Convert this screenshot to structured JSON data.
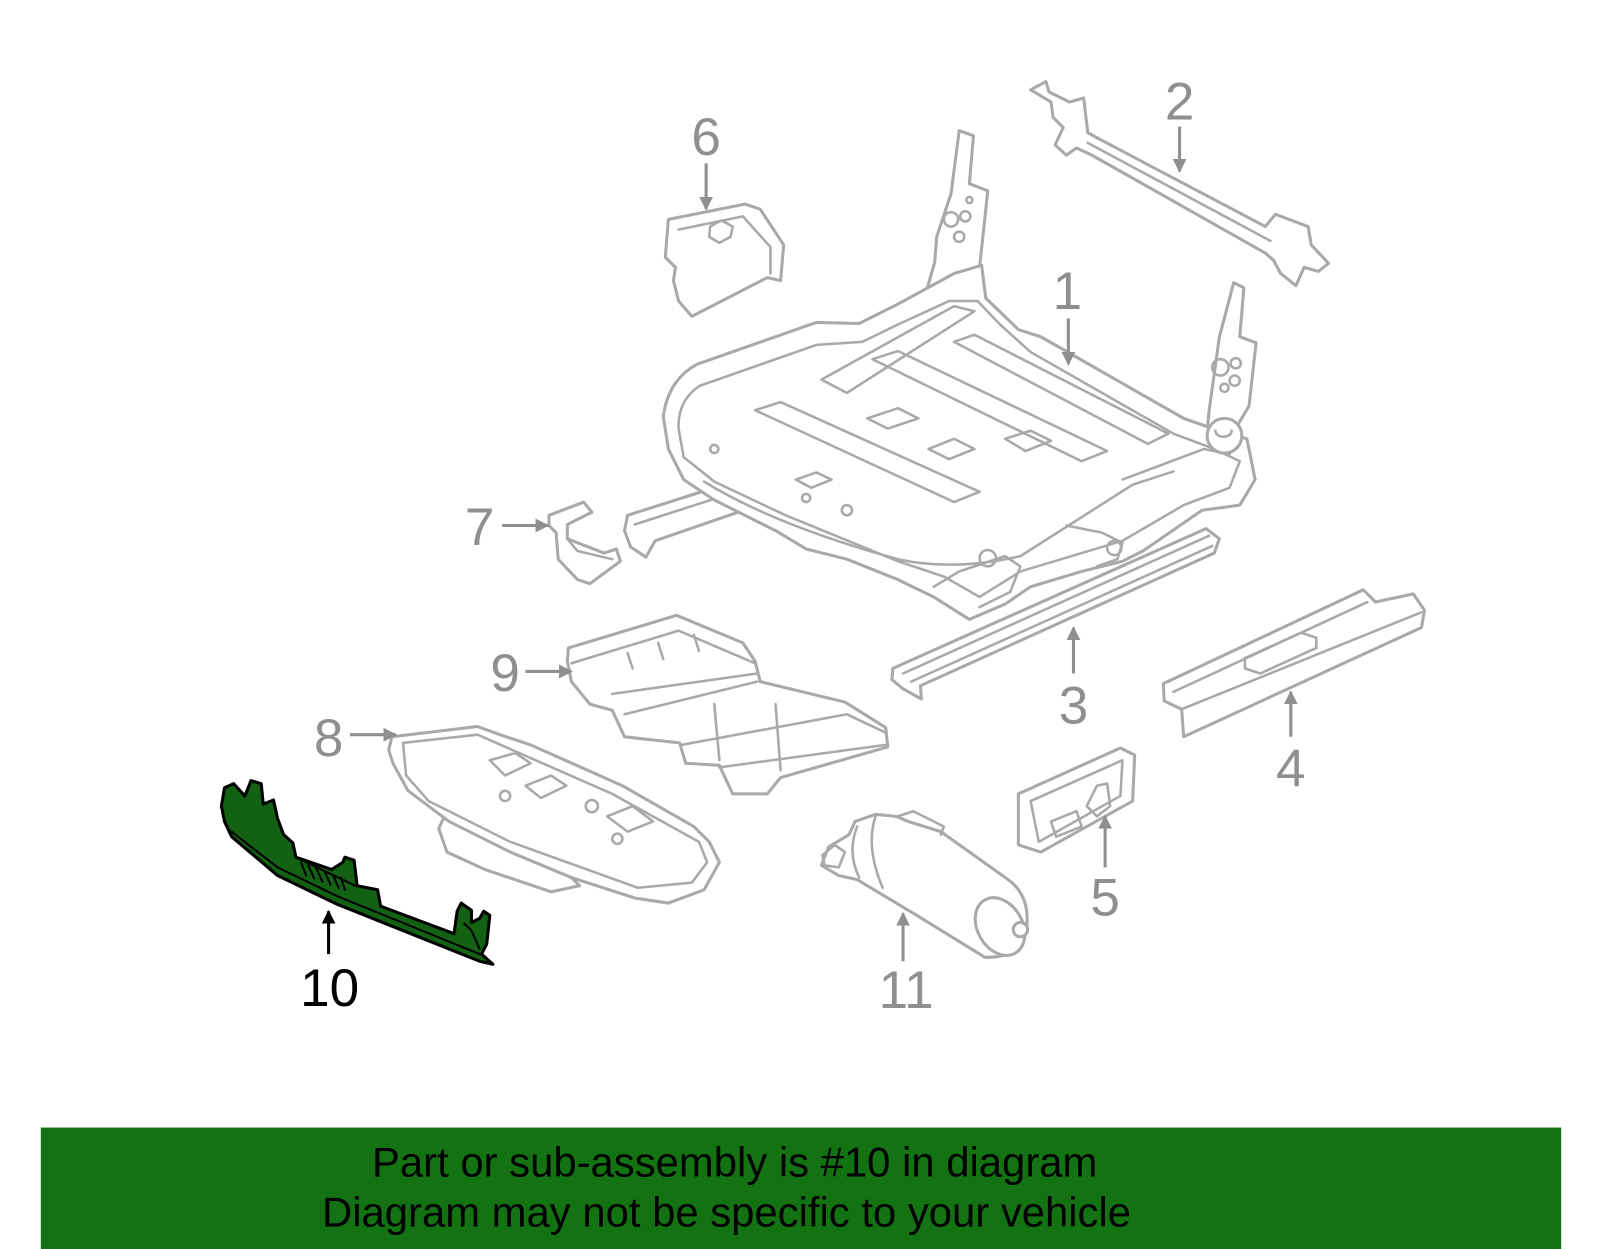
{
  "diagram": {
    "callouts": [
      {
        "label": "1"
      },
      {
        "label": "2"
      },
      {
        "label": "3"
      },
      {
        "label": "4"
      },
      {
        "label": "5"
      },
      {
        "label": "6"
      },
      {
        "label": "7"
      },
      {
        "label": "8"
      },
      {
        "label": "9"
      },
      {
        "label": "10",
        "highlighted": true
      },
      {
        "label": "11"
      }
    ]
  },
  "banner": {
    "line1": "Part or sub-assembly is #10 in diagram",
    "line2": "Diagram may not be specific to your vehicle"
  },
  "colors": {
    "highlight_fill": "#136213",
    "banner_background": "#137313",
    "part_outline": "#a9a9a9",
    "callout_text": "#8f8f8f",
    "highlight_callout_text": "#000000"
  }
}
